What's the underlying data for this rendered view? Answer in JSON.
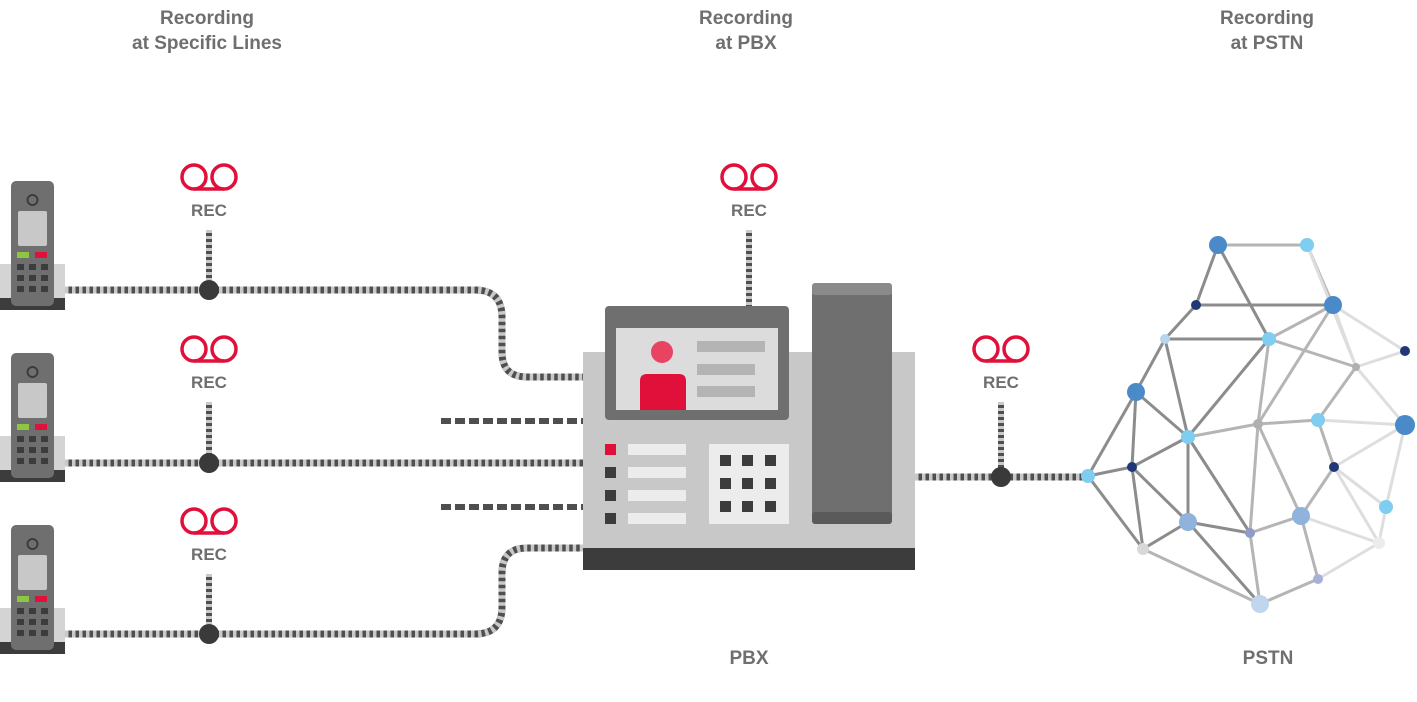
{
  "headers": {
    "lines": {
      "line1": "Recording",
      "line2": "at Specific Lines"
    },
    "pbx": {
      "line1": "Recording",
      "line2": "at PBX"
    },
    "pstn": {
      "line1": "Recording",
      "line2": "at PSTN"
    }
  },
  "rec_label": "REC",
  "rec_points": [
    {
      "label": "REC"
    },
    {
      "label": "REC"
    },
    {
      "label": "REC"
    },
    {
      "label": "REC"
    },
    {
      "label": "REC"
    }
  ],
  "captions": {
    "pbx": "PBX",
    "pstn": "PSTN"
  },
  "colors": {
    "rec_red": "#e0103a",
    "label_gray": "#6f6f6f",
    "cable": "#6b6b6b",
    "node_dark": "#3a3a3a",
    "pbx_body": "#c8c8c8",
    "pbx_base": "#3c3c3c",
    "handset": "#6f6f6f"
  }
}
